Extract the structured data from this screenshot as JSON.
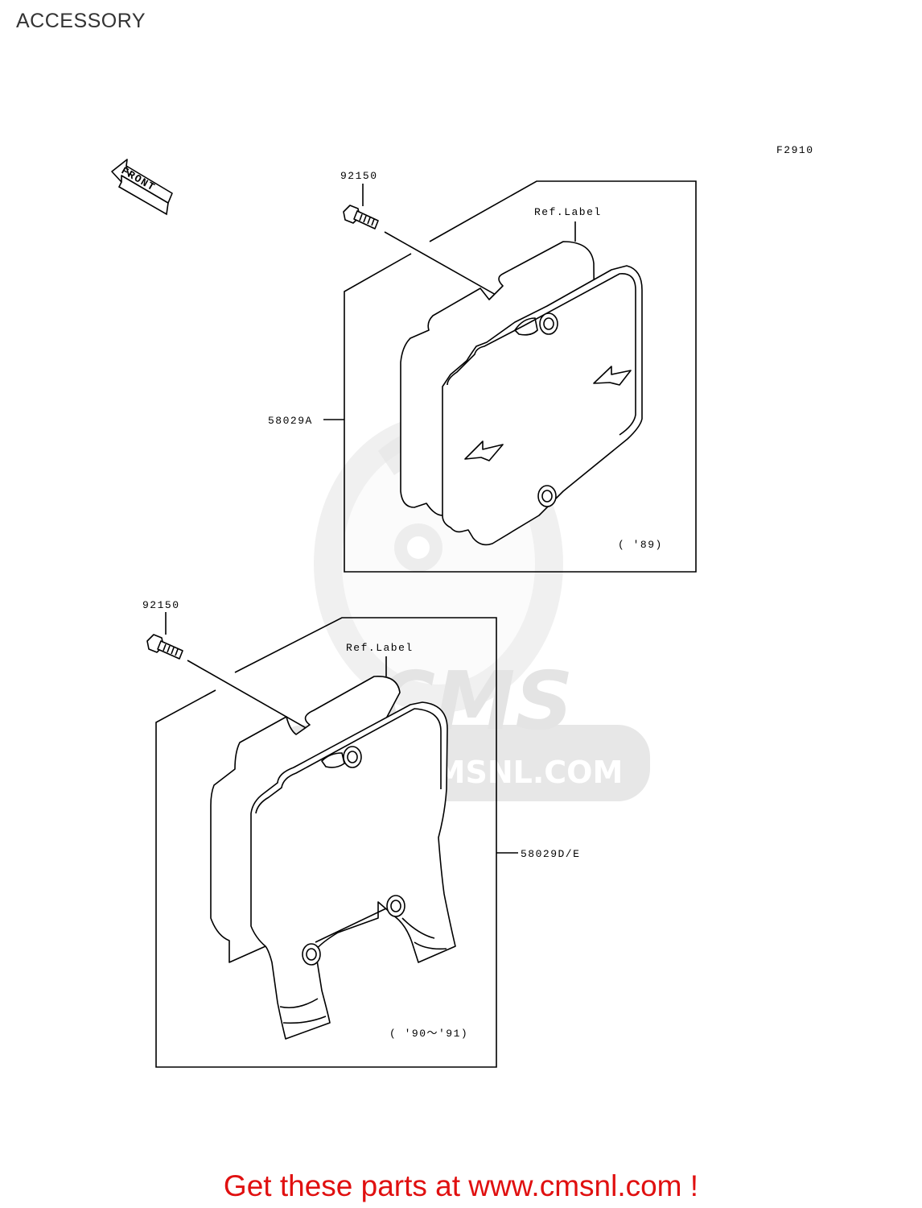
{
  "page": {
    "title": "ACCESSORY",
    "figure_code": "F2910",
    "front_label": "FRONT",
    "footer_text": "Get these parts at www.cmsnl.com !"
  },
  "watermark": {
    "brand": "CMS",
    "url": "WWW.CMSNL.COM"
  },
  "groups": [
    {
      "bolt_part": "92150",
      "ref_label": "Ref.Label",
      "cover_part": "58029A",
      "years": "( '89)"
    },
    {
      "bolt_part": "92150",
      "ref_label": "Ref.Label",
      "cover_part": "58029D/E",
      "years": "( '90～'91)"
    }
  ],
  "colors": {
    "footer": "#e01010",
    "title": "#333333",
    "watermark": "#e4e4e4"
  }
}
